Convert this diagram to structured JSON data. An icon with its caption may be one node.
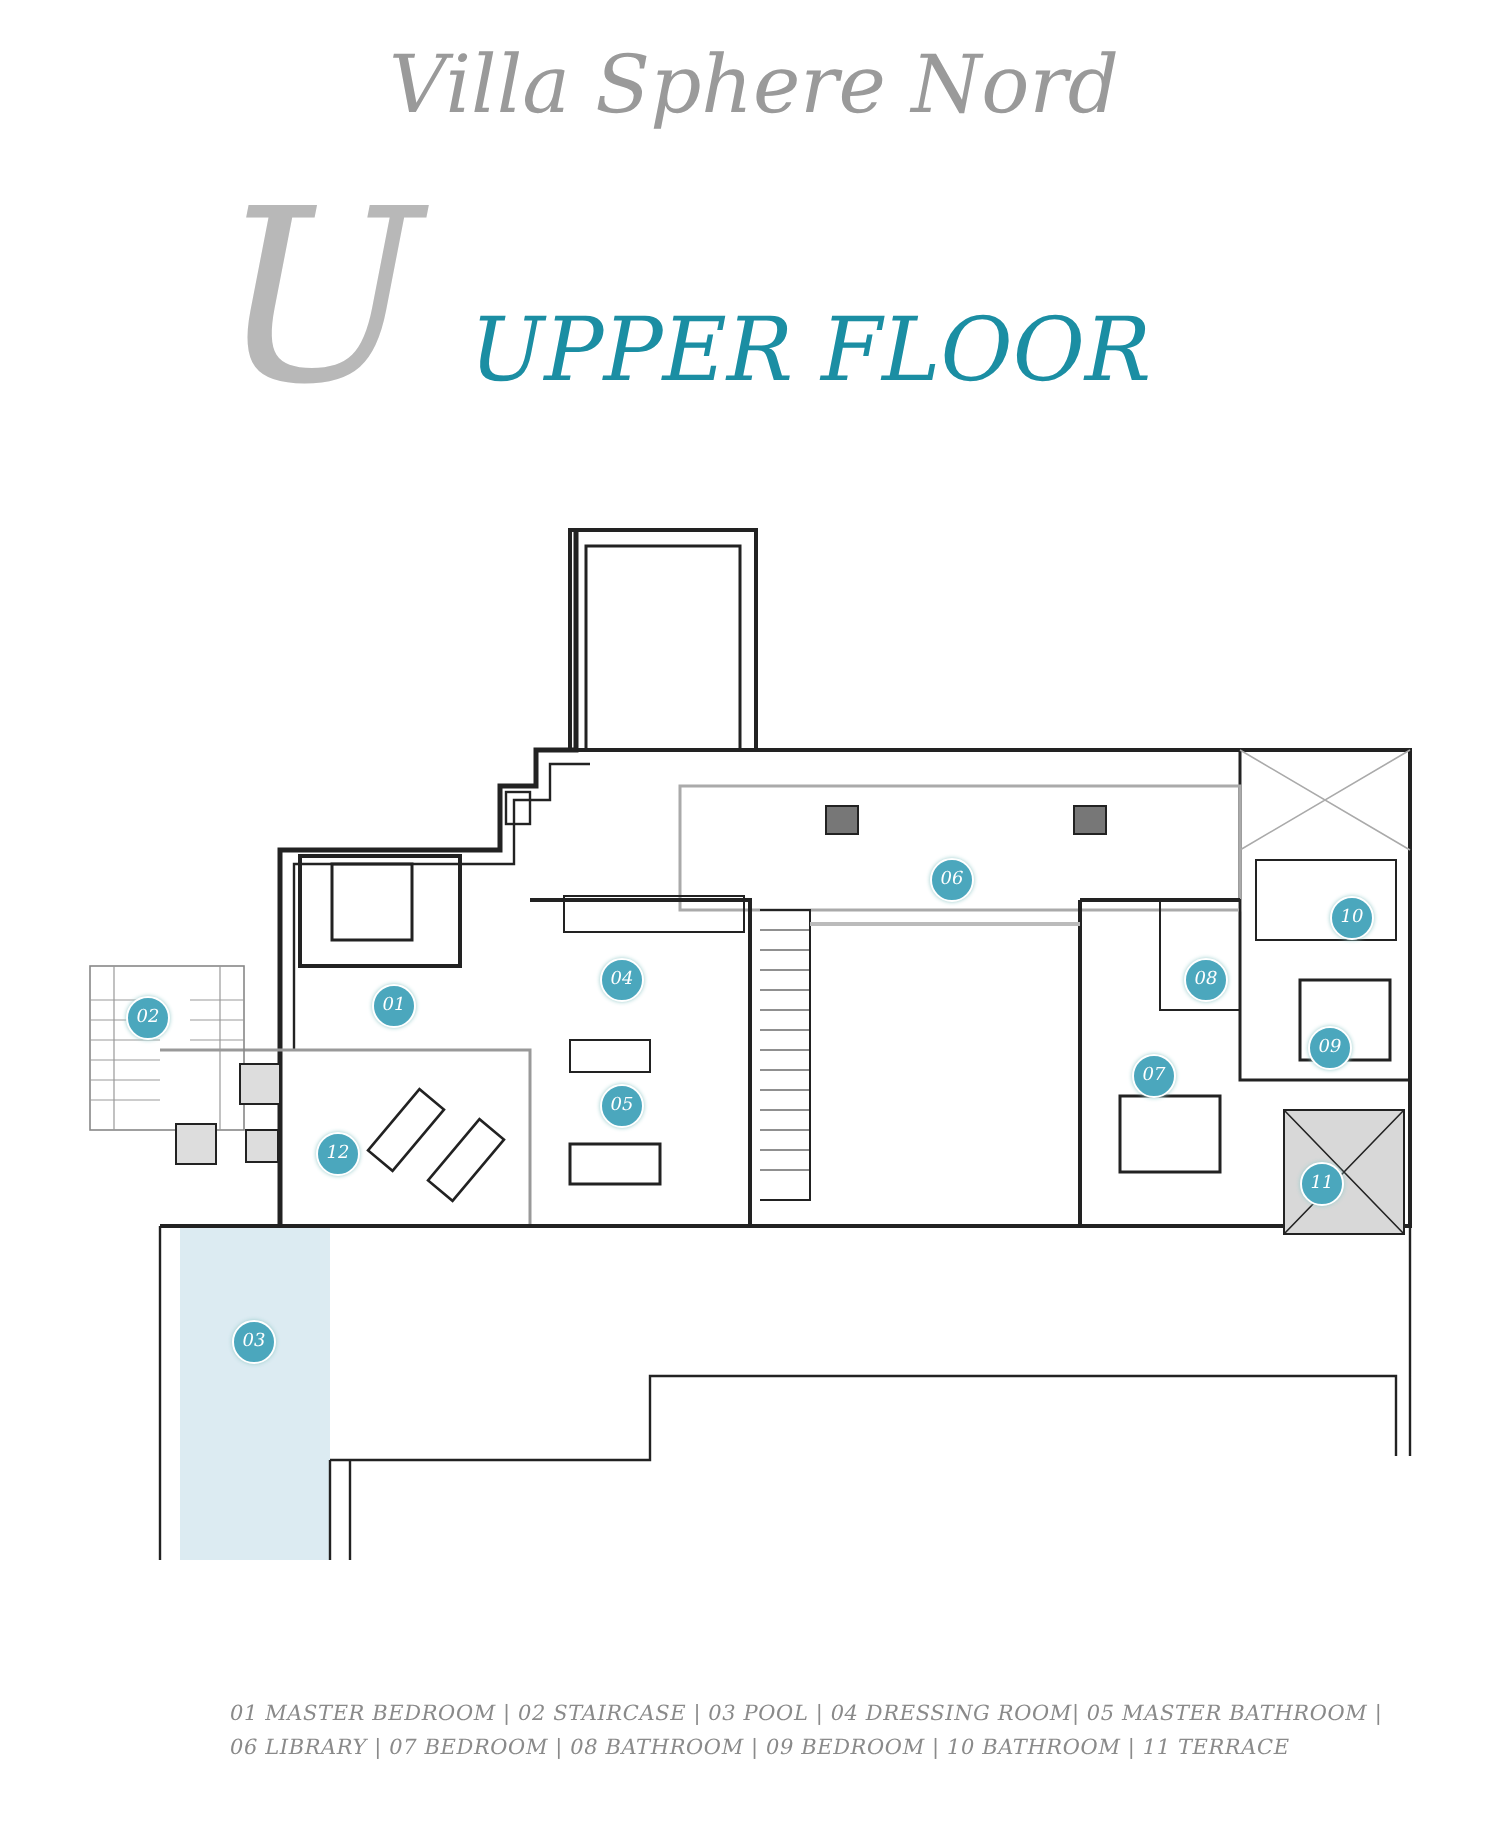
{
  "diagram": {
    "title": "Villa Sphere Nord",
    "labels": [
      "U",
      "UPPER FLOOR",
      "06",
      "10",
      "08",
      "01",
      "04",
      "02",
      "09",
      "07",
      "05",
      "12",
      "11",
      "03",
      "01 MASTER BEDROOM | 02 STAIRCASE | 03 POOL | 04 DRESSING ROOM| 05 MASTER BATHROOM |",
      "06 LIBRARY | 07 BEDROOM | 08 BATHROOM | 09 BEDROOM | 10 BATHROOM | 11 TERRACE"
    ]
  }
}
